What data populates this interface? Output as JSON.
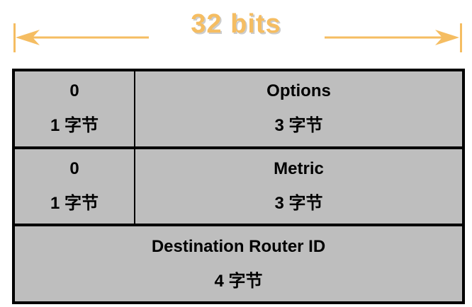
{
  "diagram": {
    "title": "32 bits",
    "colors": {
      "accent_gold": "#f5bd62",
      "cell_gray": "#bebebe",
      "border_black": "#000000"
    },
    "table": {
      "rows": [
        {
          "cells": [
            {
              "label": "0",
              "size": "1 字节"
            },
            {
              "label": "Options",
              "size": "3 字节"
            }
          ]
        },
        {
          "cells": [
            {
              "label": "0",
              "size": "1 字节"
            },
            {
              "label": "Metric",
              "size": "3 字节"
            }
          ]
        },
        {
          "cells": [
            {
              "label": "Destination Router ID",
              "size": "4 字节"
            }
          ]
        }
      ]
    }
  }
}
